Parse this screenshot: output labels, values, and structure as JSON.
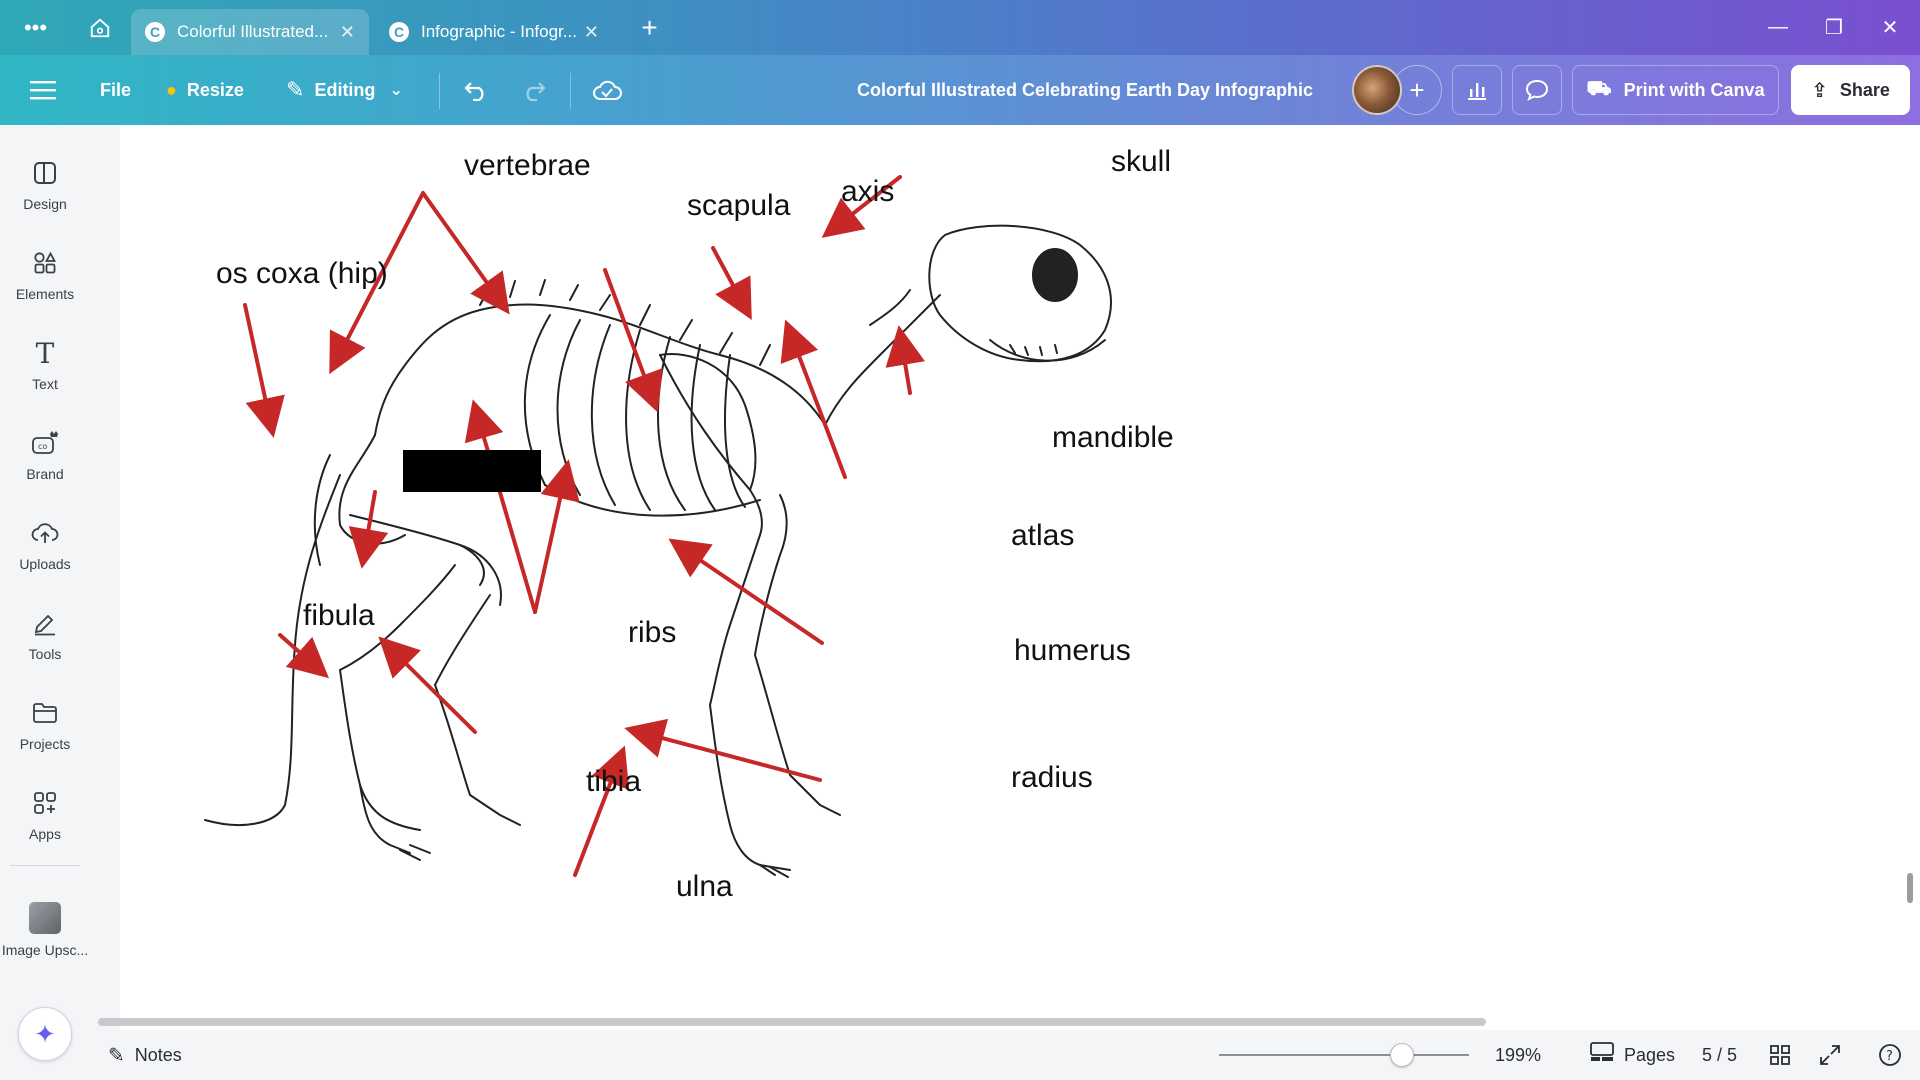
{
  "browser": {
    "tabs": [
      {
        "title": "Colorful Illustrated...",
        "active": true
      },
      {
        "title": "Infographic - Infogr...",
        "active": false
      }
    ],
    "new_tab_icon": "plus-icon",
    "menu_icon": "more-dots-icon",
    "home_icon": "home-icon"
  },
  "toolbar": {
    "menu_icon": "hamburger-icon",
    "file_label": "File",
    "resize_label": "Resize",
    "editing_label": "Editing",
    "doc_title": "Colorful Illustrated Celebrating Earth Day Infographic",
    "print_label": "Print with Canva",
    "share_label": "Share"
  },
  "sidebar": {
    "items": [
      {
        "label": "Design",
        "icon": "design-icon"
      },
      {
        "label": "Elements",
        "icon": "elements-icon"
      },
      {
        "label": "Text",
        "icon": "text-icon"
      },
      {
        "label": "Brand",
        "icon": "brand-icon"
      },
      {
        "label": "Uploads",
        "icon": "uploads-icon"
      },
      {
        "label": "Tools",
        "icon": "tools-icon"
      },
      {
        "label": "Projects",
        "icon": "projects-icon"
      },
      {
        "label": "Apps",
        "icon": "apps-icon"
      },
      {
        "label": "Image Upsc...",
        "icon": "image-upscaler-icon"
      }
    ]
  },
  "diagram": {
    "labels": {
      "vertebrae": "vertebrae",
      "skull": "skull",
      "scapula": "scapula",
      "axis": "axis",
      "os_coxa": "os coxa (hip)",
      "mandible": "mandible",
      "atlas": "atlas",
      "fibula": "fibula",
      "ribs": "ribs",
      "humerus": "humerus",
      "tibia": "tibia",
      "radius": "radius",
      "ulna": "ulna"
    },
    "arrow_color": "#c62828"
  },
  "bottombar": {
    "notes_label": "Notes",
    "zoom_value": "199%",
    "zoom_fraction": 0.71,
    "pages_label": "Pages",
    "page_indicator": "5 / 5"
  },
  "colors": {
    "accent_start": "#2fb7c4",
    "accent_end": "#8e6ee0"
  }
}
